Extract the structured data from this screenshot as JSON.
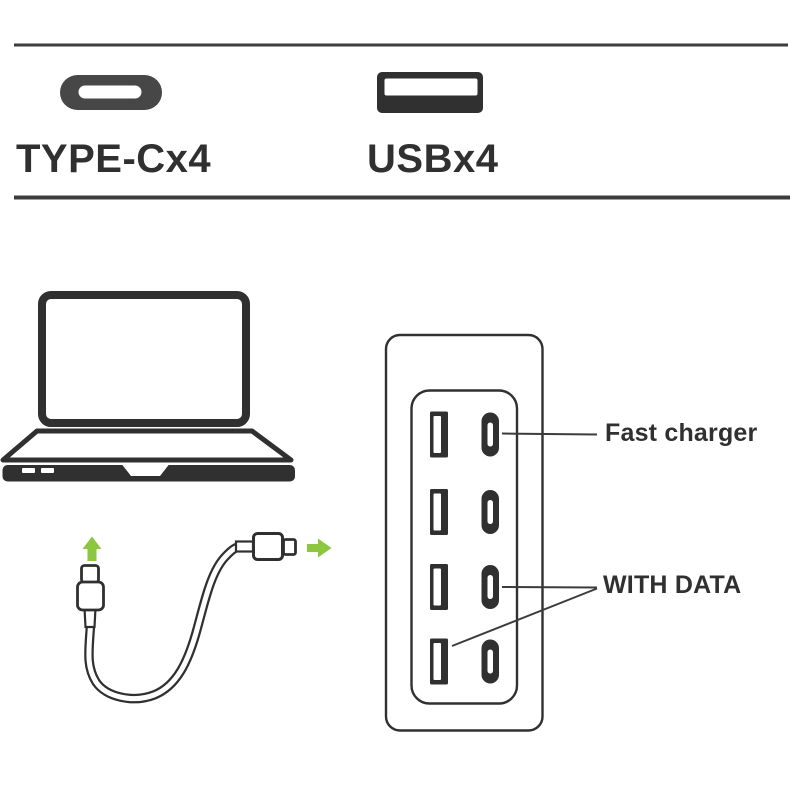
{
  "colors": {
    "paper": "#ffffff",
    "ink": "#303030",
    "line": "#3c3c3c",
    "icon_gray": "#474747",
    "accent_green": "#8dc63f"
  },
  "legend": {
    "type_c": {
      "label": "TYPE-Cx4",
      "icon": "type-c-connector-icon"
    },
    "usb_a": {
      "label": "USBx4",
      "icon": "usb-a-connector-icon"
    }
  },
  "diagram": {
    "callouts": {
      "fast_charger": "Fast charger",
      "with_data": "WITH DATA"
    },
    "hub": {
      "usb_a_port_count": 4,
      "usb_c_port_count": 4,
      "port_rows": 4
    },
    "illustrations": [
      "laptop",
      "usb-c-cable",
      "hub-front-panel"
    ]
  }
}
